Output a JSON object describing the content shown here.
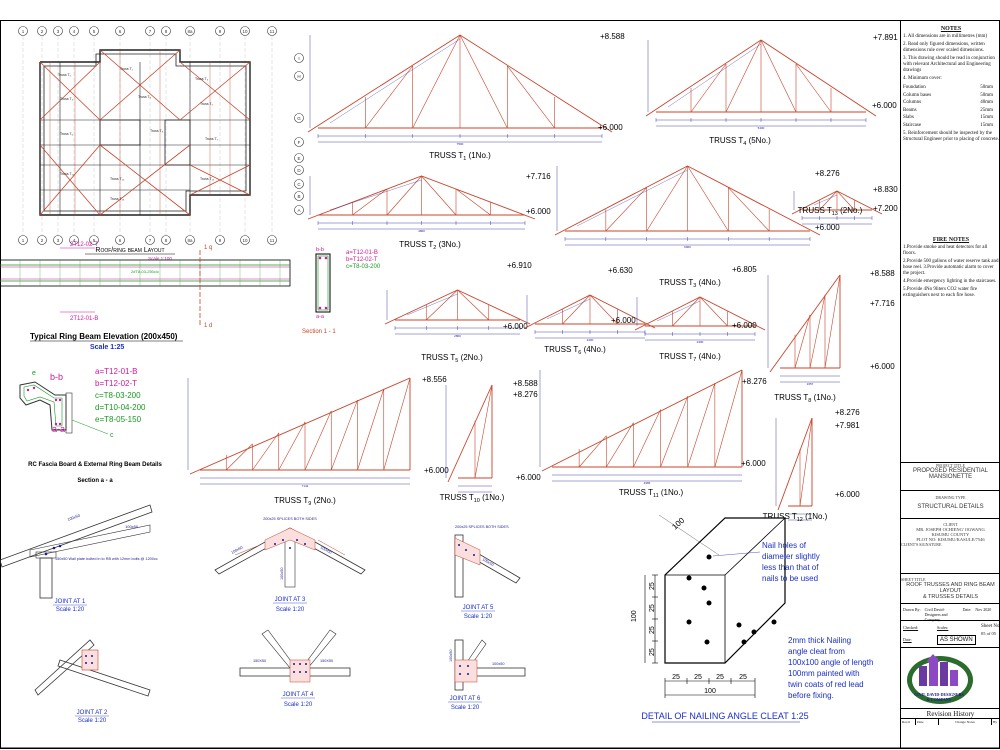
{
  "colors": {
    "member": "#c8442a",
    "dim": "#1a1a99",
    "label": "#000000",
    "tag": "#d3179e",
    "green": "#179a1f",
    "note": "#1a2fc8",
    "grid": "#333333"
  },
  "plan": {
    "title": "Roof/ring beam Layout",
    "scale": "Scale 1:100",
    "grid_cols": [
      "1",
      "2",
      "3",
      "4",
      "5",
      "6",
      "7",
      "8",
      "8a",
      "9",
      "10",
      "11"
    ],
    "grid_rows": [
      "I",
      "H",
      "G",
      "F",
      "E",
      "D",
      "C",
      "B",
      "A"
    ]
  },
  "ring_beam": {
    "top_bar": "2T12-02-T",
    "bottom_bar": "2T12-01-B",
    "links": "2#T8-03-250c/c",
    "mark_top": "1 q",
    "mark_bottom": "1 d",
    "title": "Typical Ring Beam Elevation (200x450)",
    "scale": "Scale 1:25",
    "section_title": "Section 1 - 1",
    "section_tag_bb": "b-b",
    "section_tag_aa": "a-a",
    "section_callouts": [
      "a=T12-01-B",
      "b=T12-02-T",
      "c=T8-03-200"
    ]
  },
  "fascia": {
    "tag_bb": "b-b",
    "tag_aa": "a-a",
    "tag_e": "e",
    "tag_c": "c",
    "callouts": [
      "a=T12-01-B",
      "b=T12-02-T",
      "c=T8-03-200",
      "d=T10-04-200",
      "e=T8-05-150"
    ],
    "title": "RC Fascia Board & External Ring Beam Details",
    "section": "Section a - a"
  },
  "trusses": [
    {
      "id": "T1",
      "title_main": "TRUSS T",
      "sub": "1",
      "suffix": " (1No.)",
      "top_level": "+8.588",
      "base_level": "+6.000",
      "span": "7500"
    },
    {
      "id": "T4",
      "title_main": "TRUSS T",
      "sub": "4",
      "suffix": " (5No.)",
      "top_level": "+7.891",
      "base_level": "+6.000",
      "span": "5400"
    },
    {
      "id": "T2",
      "title_main": "TRUSS T",
      "sub": "2",
      "suffix": " (3No.)",
      "top_level": "+7.716",
      "base_level": "+6.000",
      "span": "4800"
    },
    {
      "id": "T3",
      "title_main": "TRUSS T",
      "sub": "3",
      "suffix": " (4No.)",
      "top_level": "+8.276",
      "base_level": "+6.000",
      "span": "6900"
    },
    {
      "id": "T13",
      "title_main": "TRUSS T",
      "sub": "13",
      "suffix": " (2No.)",
      "top_level": "+8.830",
      "base_level": "+7.200",
      "span": ""
    },
    {
      "id": "T5",
      "title_main": "TRUSS T",
      "sub": "5",
      "suffix": " (2No.)",
      "top_level": "+6.910",
      "base_level": "+6.000",
      "span": "2800"
    },
    {
      "id": "T6",
      "title_main": "TRUSS T",
      "sub": "6",
      "suffix": " (4No.)",
      "top_level": "+6.630",
      "base_level": "+6.000",
      "span": "2400"
    },
    {
      "id": "T7",
      "title_main": "TRUSS T",
      "sub": "7",
      "suffix": " (4No.)",
      "top_level": "+6.805",
      "base_level": "+6.000",
      "span": "2400"
    },
    {
      "id": "T8",
      "title_main": "TRUSS T",
      "sub": "8",
      "suffix": " (1No.)",
      "top_level": "+8.588",
      "base_level": "+6.000",
      "mid_level": "+7.716",
      "span": "1657"
    },
    {
      "id": "T9",
      "title_main": "TRUSS T",
      "sub": "9",
      "suffix": " (2No.)",
      "top_level": "+8.556",
      "base_level": "+6.000",
      "span": "7142"
    },
    {
      "id": "T10",
      "title_main": "TRUSS T",
      "sub": "10",
      "suffix": " (1No.)",
      "top_level": "+8.588",
      "mid_level": "+8.276",
      "base_level": "+6.000",
      "span": ""
    },
    {
      "id": "T11",
      "title_main": "TRUSS T",
      "sub": "11",
      "suffix": " (1No.)",
      "top_level": "+8.276",
      "base_level": "+6.000",
      "span": "4986"
    },
    {
      "id": "T12",
      "title_main": "TRUSS T",
      "sub": "12",
      "suffix": " (1No.)",
      "top_level": "+8.276",
      "mid_level": "+7.981",
      "base_level": "+6.000",
      "span": ""
    }
  ],
  "joints": [
    {
      "title": "JOINT AT 1",
      "scale": "Scale 1:20",
      "notes": [
        "100x50",
        "100x50",
        "150x50 Wall plate bolted in to RB with 12mm  bolts @ 1200cc"
      ]
    },
    {
      "title": "JOINT AT 2",
      "scale": "Scale 1:20",
      "notes": []
    },
    {
      "title": "JOINT AT 3",
      "scale": "Scale 1:20",
      "notes": [
        "200x25 SPLICES BOTH SIDES",
        "100x50",
        "100x50",
        "100x50"
      ]
    },
    {
      "title": "JOINT AT 4",
      "scale": "Scale 1:20",
      "notes": [
        "150X50",
        "150X50"
      ]
    },
    {
      "title": "JOINT AT 5",
      "scale": "Scale 1:20",
      "notes": [
        "200x25 SPLICES BOTH SIDES",
        "100x50"
      ]
    },
    {
      "title": "JOINT AT 6",
      "scale": "Scale 1:20",
      "notes": [
        "100x50",
        "100x50"
      ]
    }
  ],
  "cleat": {
    "note1": [
      "Nail holes of",
      "diameter slightly",
      "less than that of",
      "nails to be used"
    ],
    "note2": [
      "2mm thick Nailing",
      "angle cleat from",
      "100x100 angle of length",
      "100mm painted with",
      "twin coats of red lead",
      "before fixing."
    ],
    "dims_bottom": [
      "25",
      "25",
      "25",
      "25"
    ],
    "dim_total": "100",
    "dims_left": [
      "25",
      "25",
      "25",
      "25"
    ],
    "dim_top": "100",
    "title": "DETAIL OF NAILING ANGLE CLEAT   1:25"
  },
  "notes": {
    "title": "NOTES",
    "items": [
      "1. All dimensions are in millimetres (mm)",
      "2. Read only figured dimensions, written dimensions rule over scaled dimensions.",
      "3. This drawing should be read in conjunction with relevant Architectural and Engineering drawings",
      "4. Minimum cover:"
    ],
    "covers": [
      {
        "k": "Foundation",
        "v": "50mm"
      },
      {
        "k": "Column bases",
        "v": "50mm"
      },
      {
        "k": "Columns",
        "v": "40mm"
      },
      {
        "k": "Beams",
        "v": "25mm"
      },
      {
        "k": "Slabs",
        "v": "15mm"
      },
      {
        "k": "Staircase",
        "v": "15mm"
      }
    ],
    "item5": "5. Reinforcement should be inspected by the Structural Engineer prior to placing of concrete."
  },
  "fire": {
    "title": "FIRE NOTES",
    "items": [
      "1.Provide smoke and heat detectors for all floors.",
      "2.Provide 500 gallons of water reserve tank and hose reel. 3.Provide automatic alarm to cover the project.",
      "4.Provide emergency lighting in the staircases.",
      "5.Provide 4No 9liters CO2 water fire extinguishers next to each fire hose."
    ]
  },
  "titleblock": {
    "project_label": "PROJECT TITLE",
    "project": [
      "PROPOSED RESIDENTIAL",
      "MANSIONETTE"
    ],
    "drawing_label": "DRAWING TYPE",
    "drawing": "STRUCTURAL DETAILS",
    "client_label": "CLIENT",
    "client": [
      "MR. JOSEPH OCHIENG' OGWANG",
      "KISUMU COUNTY",
      "PLOT NO: KISUMU/KASULE/7546"
    ],
    "client_sign": "CLIENT'S SIGNATURE",
    "sheet_label": "SHEET TITLE",
    "sheet": [
      "ROOF TRUSSES AND RING BEAM LAYOUT",
      "& TRUSSES DETAILS"
    ],
    "drawn_by_label": "Drawn By:",
    "drawn_by": "Civil David-Designers and Company",
    "date_label": "Date:",
    "date": "Nov 2020",
    "checked_label": "Checked:",
    "scales_label": "Scales:",
    "scales": "AS SHOWN",
    "sheet_no_label": "Sheet No",
    "sheet_no": "05 of 05",
    "date2_label": "Date:",
    "logo_text": [
      "CIVIL DAVID-DESIGNERS",
      "& COMPANY"
    ],
    "revision_title": "Revision History",
    "revision_cols": [
      "Rev.#",
      "Date",
      "Change Notes",
      "By"
    ]
  }
}
